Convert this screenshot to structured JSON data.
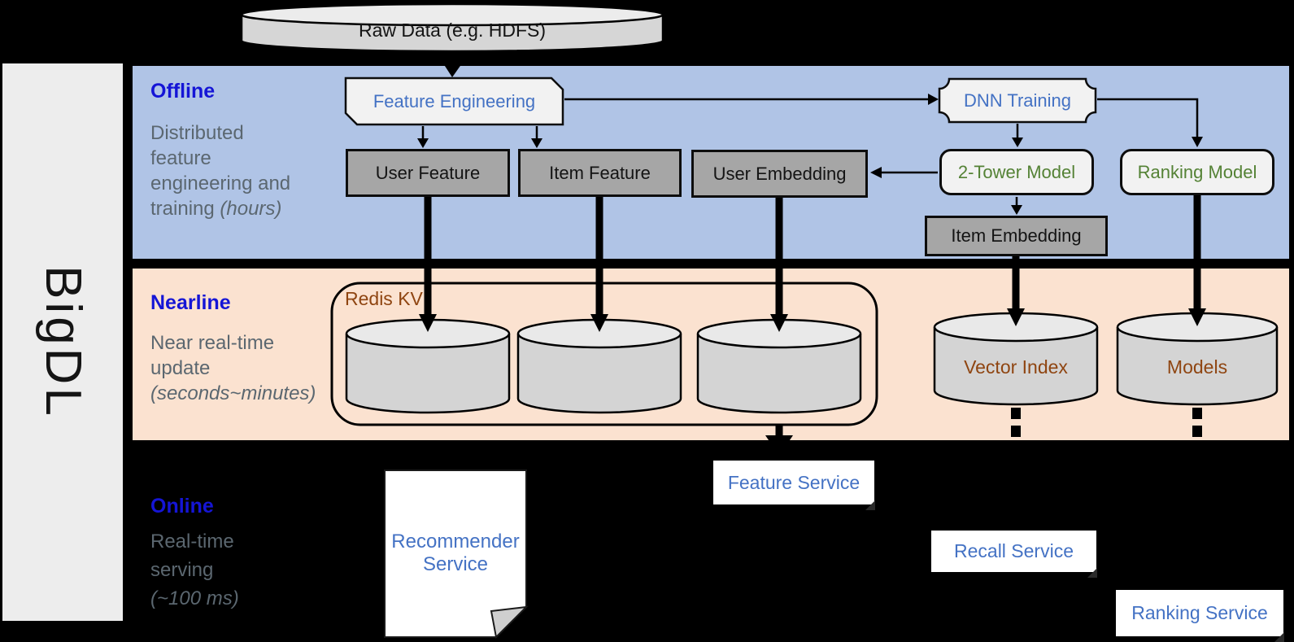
{
  "sidebar": {
    "label": "BigDL"
  },
  "regions": {
    "offline": {
      "label": "Offline",
      "desc": [
        "Distributed",
        "feature",
        "engineering and"
      ],
      "desc_tail": "training ",
      "desc_tail_italic": "(hours)"
    },
    "nearline": {
      "label": "Nearline",
      "desc": [
        "Near real-time",
        "update"
      ],
      "desc_tail": "",
      "desc_tail_italic": "(seconds~minutes)"
    },
    "online": {
      "label": "Online",
      "desc": [
        "Real-time",
        "serving"
      ],
      "desc_tail": "",
      "desc_tail_italic": "(~100 ms)"
    }
  },
  "nodes": {
    "raw_data": {
      "label": "Raw Data (e.g. HDFS)"
    },
    "feature_engineering": {
      "label": "Feature Engineering"
    },
    "dnn_training": {
      "label": "DNN Training"
    },
    "user_feature": {
      "label": "User Feature"
    },
    "item_feature": {
      "label": "Item Feature"
    },
    "user_embedding": {
      "label": "User Embedding"
    },
    "two_tower_model": {
      "label": "2-Tower Model"
    },
    "ranking_model": {
      "label": "Ranking Model"
    },
    "item_embedding": {
      "label": "Item Embedding"
    },
    "redis_kv": {
      "label": "Redis KV"
    },
    "vector_index": {
      "label": "Vector Index"
    },
    "models": {
      "label": "Models"
    },
    "recommender_service": {
      "lines": [
        "Recommender",
        "Service"
      ]
    },
    "feature_service": {
      "label": "Feature Service"
    },
    "recall_service": {
      "label": "Recall Service"
    },
    "ranking_service": {
      "label": "Ranking Service"
    }
  },
  "colors": {
    "offline_band": "#b0c4e6",
    "nearline_band": "#fbe2d0",
    "accent_blue": "#4472c4",
    "accent_green": "#548235",
    "accent_brown": "#8f4511",
    "region_label_blue": "#1515d6",
    "desc_gray": "#5b6770",
    "gray_node": "#a6a6a6",
    "light_node": "#f2f2f2"
  }
}
